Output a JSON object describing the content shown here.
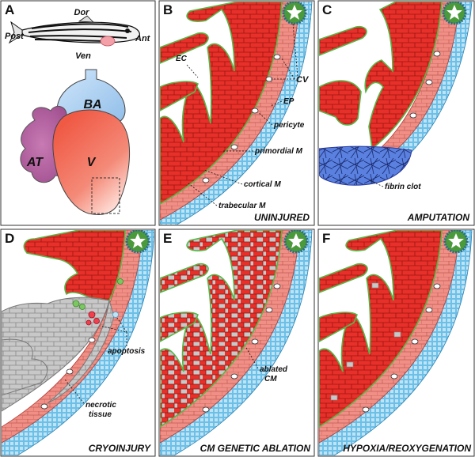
{
  "panels": {
    "A": {
      "letter": "A",
      "axis_dor": "Dor",
      "axis_ven": "Ven",
      "axis_post": "Post",
      "axis_ant": "Ant",
      "label_ba": "BA",
      "label_at": "AT",
      "label_v": "V"
    },
    "B": {
      "letter": "B",
      "caption": "UNINJURED",
      "label_ec": "EC",
      "label_cv": "CV",
      "label_ep": "EP",
      "label_pericyte": "pericyte",
      "label_primordial": "primordial M",
      "label_cortical": "cortical M",
      "label_trabecular": "trabecular M"
    },
    "C": {
      "letter": "C",
      "caption": "AMPUTATION",
      "label_fibrin": "fibrin clot"
    },
    "D": {
      "letter": "D",
      "caption": "CRYOINJURY",
      "label_apoptosis": "apoptosis",
      "label_necrotic_1": "necrotic",
      "label_necrotic_2": "tissue"
    },
    "E": {
      "letter": "E",
      "caption": "CM GENETIC ABLATION",
      "label_ablated_1": "ablated",
      "label_ablated_2": "CM"
    },
    "F": {
      "letter": "F",
      "caption": "HYPOXIA/REOXYGENATION"
    }
  },
  "colors": {
    "myocardium": "#e8302a",
    "cortical": "#f08f86",
    "epicardium": "#5bb5e0",
    "endocardium": "#55b848",
    "necrotic": "#c8c8c8",
    "fibrin": "#4a6fd8",
    "atrium": "#b0589c",
    "bulbus": "#a9cff2",
    "ventricle": "#f06a55"
  }
}
